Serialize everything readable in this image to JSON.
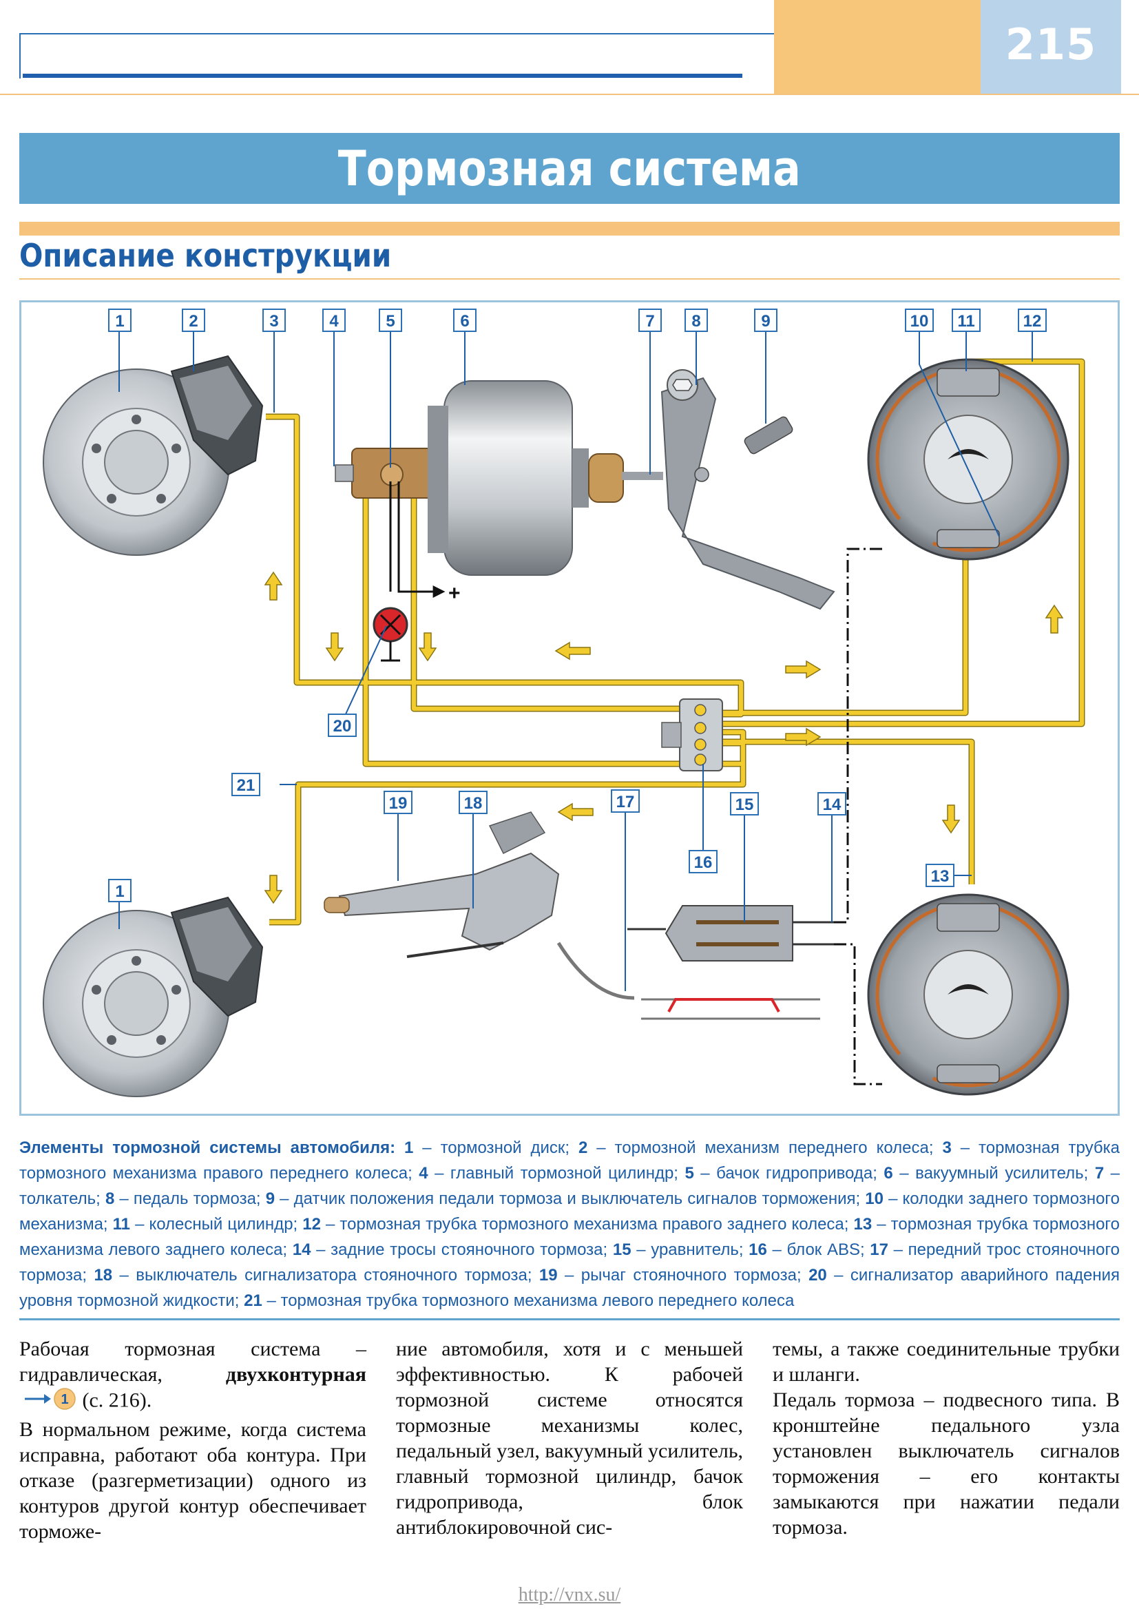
{
  "header": {
    "page_number": "215"
  },
  "title": "Тормозная система",
  "section_title": "Описание конструкции",
  "diagram": {
    "callouts": [
      "1",
      "2",
      "3",
      "4",
      "5",
      "6",
      "7",
      "8",
      "9",
      "10",
      "11",
      "12",
      "13",
      "14",
      "15",
      "16",
      "17",
      "18",
      "19",
      "20",
      "21"
    ],
    "plus_sign": "+",
    "colors": {
      "brake_line": "#f2cc2e",
      "callout_border": "#2b6fb5",
      "callout_text": "#1e5ea6",
      "lamp": "#d9262a",
      "booster": "#c9ced3",
      "cylinder": "#b88a52",
      "frame": "#9cc4dd"
    }
  },
  "caption": {
    "lead": "Элементы тормозной системы автомобиля:",
    "items": [
      {
        "n": "1",
        "t": "тормозной диск"
      },
      {
        "n": "2",
        "t": "тормозной механизм переднего колеса"
      },
      {
        "n": "3",
        "t": "тормозная трубка тормозного механизма правого переднего колеса"
      },
      {
        "n": "4",
        "t": "главный тормозной цилиндр"
      },
      {
        "n": "5",
        "t": "бачок гидропривода"
      },
      {
        "n": "6",
        "t": "вакуумный усилитель"
      },
      {
        "n": "7",
        "t": "толкатель"
      },
      {
        "n": "8",
        "t": "педаль тормоза"
      },
      {
        "n": "9",
        "t": "датчик положения педали тормоза и выключатель сигналов торможения"
      },
      {
        "n": "10",
        "t": "колодки заднего тормозного механизма"
      },
      {
        "n": "11",
        "t": "колесный цилиндр"
      },
      {
        "n": "12",
        "t": "тормозная трубка тормозного механизма правого заднего колеса"
      },
      {
        "n": "13",
        "t": "тормозная трубка тормозного механизма левого заднего колеса"
      },
      {
        "n": "14",
        "t": "задние тросы стояночного тормоза"
      },
      {
        "n": "15",
        "t": "уравнитель"
      },
      {
        "n": "16",
        "t": "блок ABS"
      },
      {
        "n": "17",
        "t": "передний трос стояночного тормоза"
      },
      {
        "n": "18",
        "t": "выключатель сигнализатора стояночного тормоза"
      },
      {
        "n": "19",
        "t": "рычаг стояночного тормоза"
      },
      {
        "n": "20",
        "t": "сигнализатор аварийного падения уровня тормозной жидкости"
      },
      {
        "n": "21",
        "t": "тормозная трубка тормозного механизма левого переднего колеса"
      }
    ]
  },
  "body": {
    "col1_a": "Рабочая тормозная система – гидравлическая, ",
    "col1_bold": "двухконтурная",
    "col1_ref": "1",
    "col1_b": " (с. 216).",
    "col1_p2": "В нормальном режиме, когда система исправна, работают оба контура. При отказе (разгерметизации) одного из контуров другой контур обеспечивает торможе-",
    "col2_p1": "ние автомобиля, хотя и с меньшей эффективностью. К рабочей тормозной системе относятся тормозные механизмы колес, педальный узел, вакуумный усилитель, главный тормозной цилиндр, бачок гидропривода, блок антиблокировочной сис-",
    "col3_p1": "темы, а также соединительные трубки и шланги.",
    "col3_p2": "Педаль тормоза – подвесного типа. В кронштейне педального узла установлен выключатель сигналов торможения – его контакты замыкаются при нажатии педали тормоза."
  },
  "footer": {
    "url": "http://vnx.su/"
  }
}
